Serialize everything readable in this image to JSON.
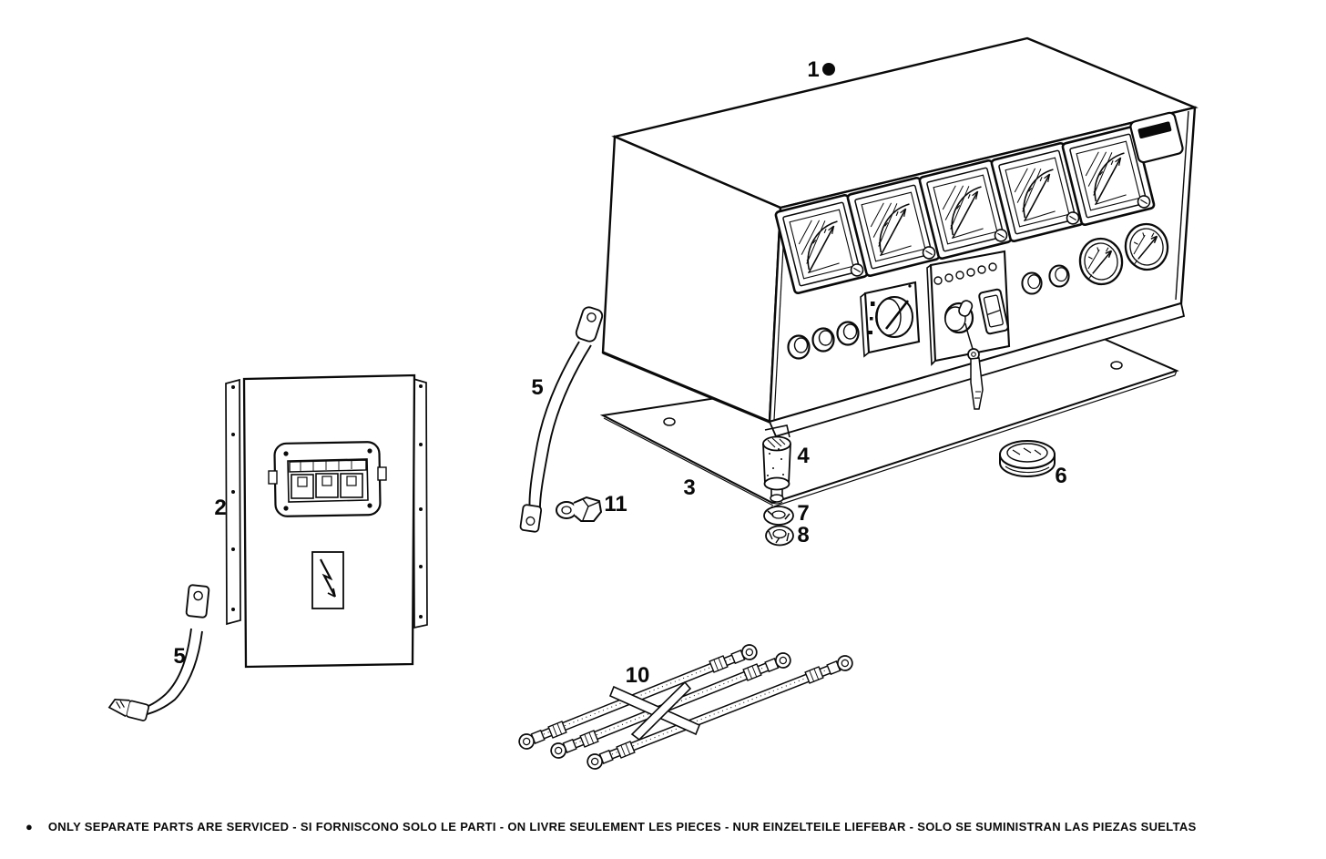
{
  "colors": {
    "ink": "#0a0a0a",
    "paper": "#ffffff"
  },
  "callouts": {
    "part1": "1",
    "part2": "2",
    "part3": "3",
    "part4": "4",
    "part5_upper": "5",
    "part5_lower": "5",
    "part6": "6",
    "part7": "7",
    "part8": "8",
    "part10": "10",
    "part11": "11"
  },
  "footer": {
    "bullet": "●",
    "note": "ONLY SEPARATE PARTS ARE SERVICED - SI FORNISCONO SOLO LE PARTI - ON LIVRE SEULEMENT LES PIECES - NUR EINZELTEILE LIEFEBAR - SOLO SE SUMINISTRAN LAS PIEZAS SUELTAS"
  }
}
